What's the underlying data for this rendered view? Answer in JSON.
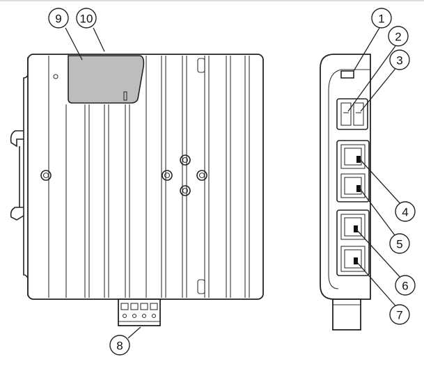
{
  "callouts": [
    {
      "id": "c1",
      "label": "1"
    },
    {
      "id": "c2",
      "label": "2"
    },
    {
      "id": "c3",
      "label": "3"
    },
    {
      "id": "c4",
      "label": "4"
    },
    {
      "id": "c5",
      "label": "5"
    },
    {
      "id": "c6",
      "label": "6"
    },
    {
      "id": "c7",
      "label": "7"
    },
    {
      "id": "c8",
      "label": "8"
    },
    {
      "id": "c9",
      "label": "9"
    },
    {
      "id": "c10",
      "label": "10"
    }
  ],
  "colors": {
    "line": "#222222",
    "label_panel": "#bdbdbd",
    "background": "#ffffff"
  }
}
